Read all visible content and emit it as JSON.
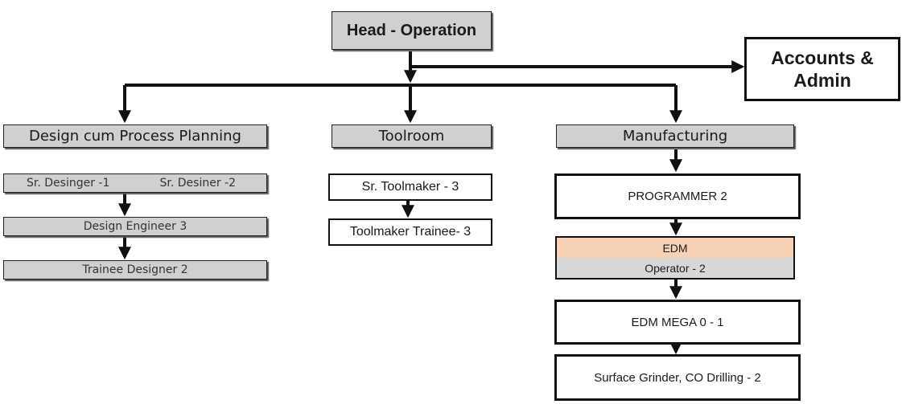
{
  "head": {
    "label": "Head - Operation"
  },
  "accounts": {
    "line1": "Accounts &",
    "line2": "Admin"
  },
  "departments": {
    "design": {
      "label": "Design cum Process Planning",
      "sr_left": "Sr. Desinger -1",
      "sr_right": "Sr. Desiner -2",
      "engineer": "Design Engineer 3",
      "trainee": "Trainee Designer 2"
    },
    "toolroom": {
      "label": "Toolroom",
      "sr_toolmaker": "Sr. Toolmaker - 3",
      "trainee": "Toolmaker Trainee- 3"
    },
    "manufacturing": {
      "label": "Manufacturing",
      "programmer": "PROGRAMMER 2",
      "edm_title": "EDM",
      "edm_operator": "Operator - 2",
      "edm_mega": "EDM MEGA 0  - 1",
      "surface": "Surface Grinder, CO Drilling - 2"
    }
  }
}
